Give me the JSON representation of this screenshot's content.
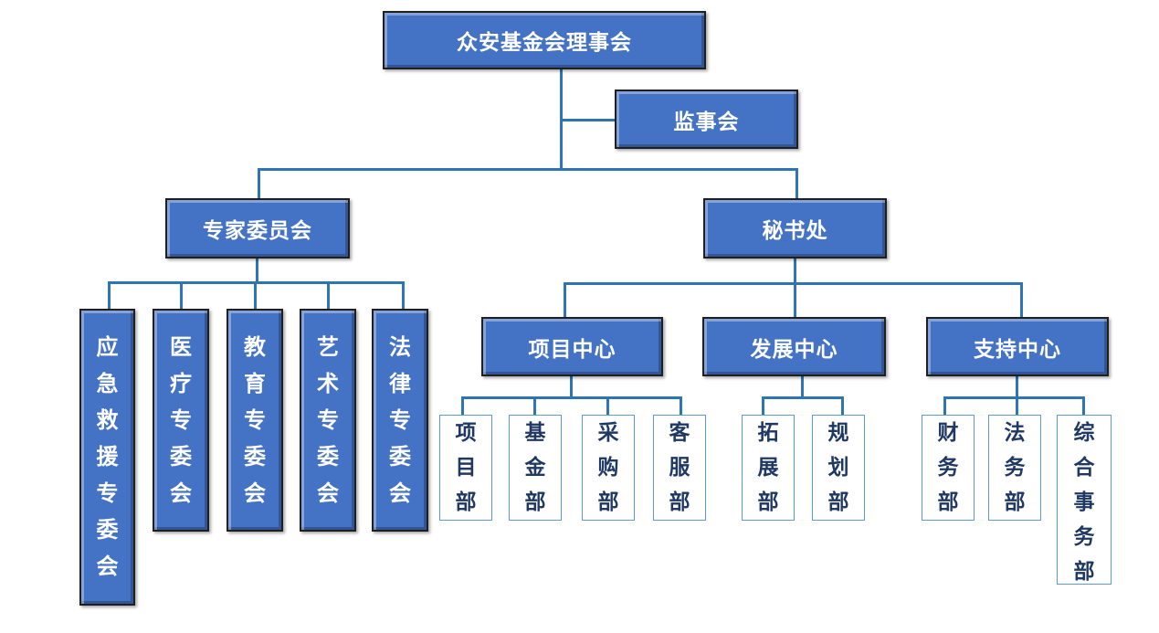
{
  "board": "众安基金会理事会",
  "supervisors": "监事会",
  "expert_committee": {
    "label": "专家委员会",
    "subcommittees": [
      "应急救援专委会",
      "医疗专委会",
      "教育专委会",
      "艺术专委会",
      "法律专委会"
    ]
  },
  "secretariat": {
    "label": "秘书处",
    "centers": [
      {
        "label": "项目中心",
        "departments": [
          "项目部",
          "基金部",
          "采购部",
          "客服部"
        ]
      },
      {
        "label": "发展中心",
        "departments": [
          "拓展部",
          "规划部"
        ]
      },
      {
        "label": "支持中心",
        "departments": [
          "财务部",
          "法务部",
          "综合事务部"
        ]
      }
    ]
  },
  "colors": {
    "box_fill": "#4472c4",
    "connector": "#2e75b6",
    "dept_border": "#5b9bd5",
    "dept_text": "#1f3864"
  }
}
